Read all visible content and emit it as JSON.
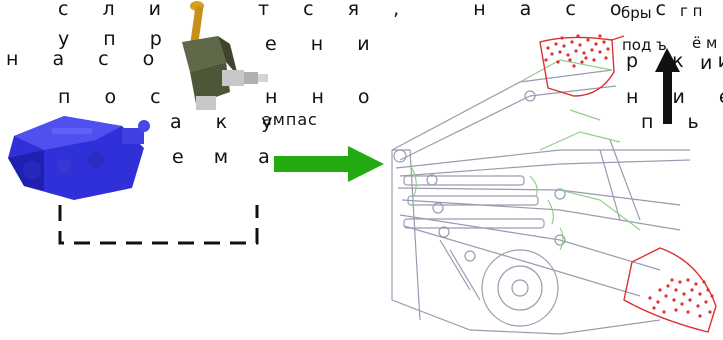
{
  "text_lines": [
    "с л и",
    "т с я ,   н а с о с",
    "у п р",
    "е н и",
    "н а с о",
    "п о с",
    "н н о",
    "а к у",
    "е м а .",
    "р к и",
    "н и е",
    "п ь"
  ],
  "overlap_labels": {
    "center_block": "ампа",
    "center_block_tail": "с",
    "right_top_a": "бры",
    "right_top_b": "г п",
    "right_top_c": "под ъ",
    "right_top_d": "ё м",
    "right_mid": "и"
  },
  "colors": {
    "pump_blue": "#3030d8",
    "green_arrow": "#22aa10",
    "black_arrow": "#111111",
    "linkage_gray": "#9a9ab0",
    "linkage_green": "#8fcf8a",
    "bucket_red": "#e03030",
    "joystick_gold": "#d8a020",
    "joystick_gray": "#6a7050"
  },
  "icons": {
    "pump": "hydraulic-pump-icon",
    "joystick": "joystick-valve-icon",
    "arrow_right": "green-arrow-right-icon",
    "arrow_up": "black-arrow-up-icon"
  }
}
